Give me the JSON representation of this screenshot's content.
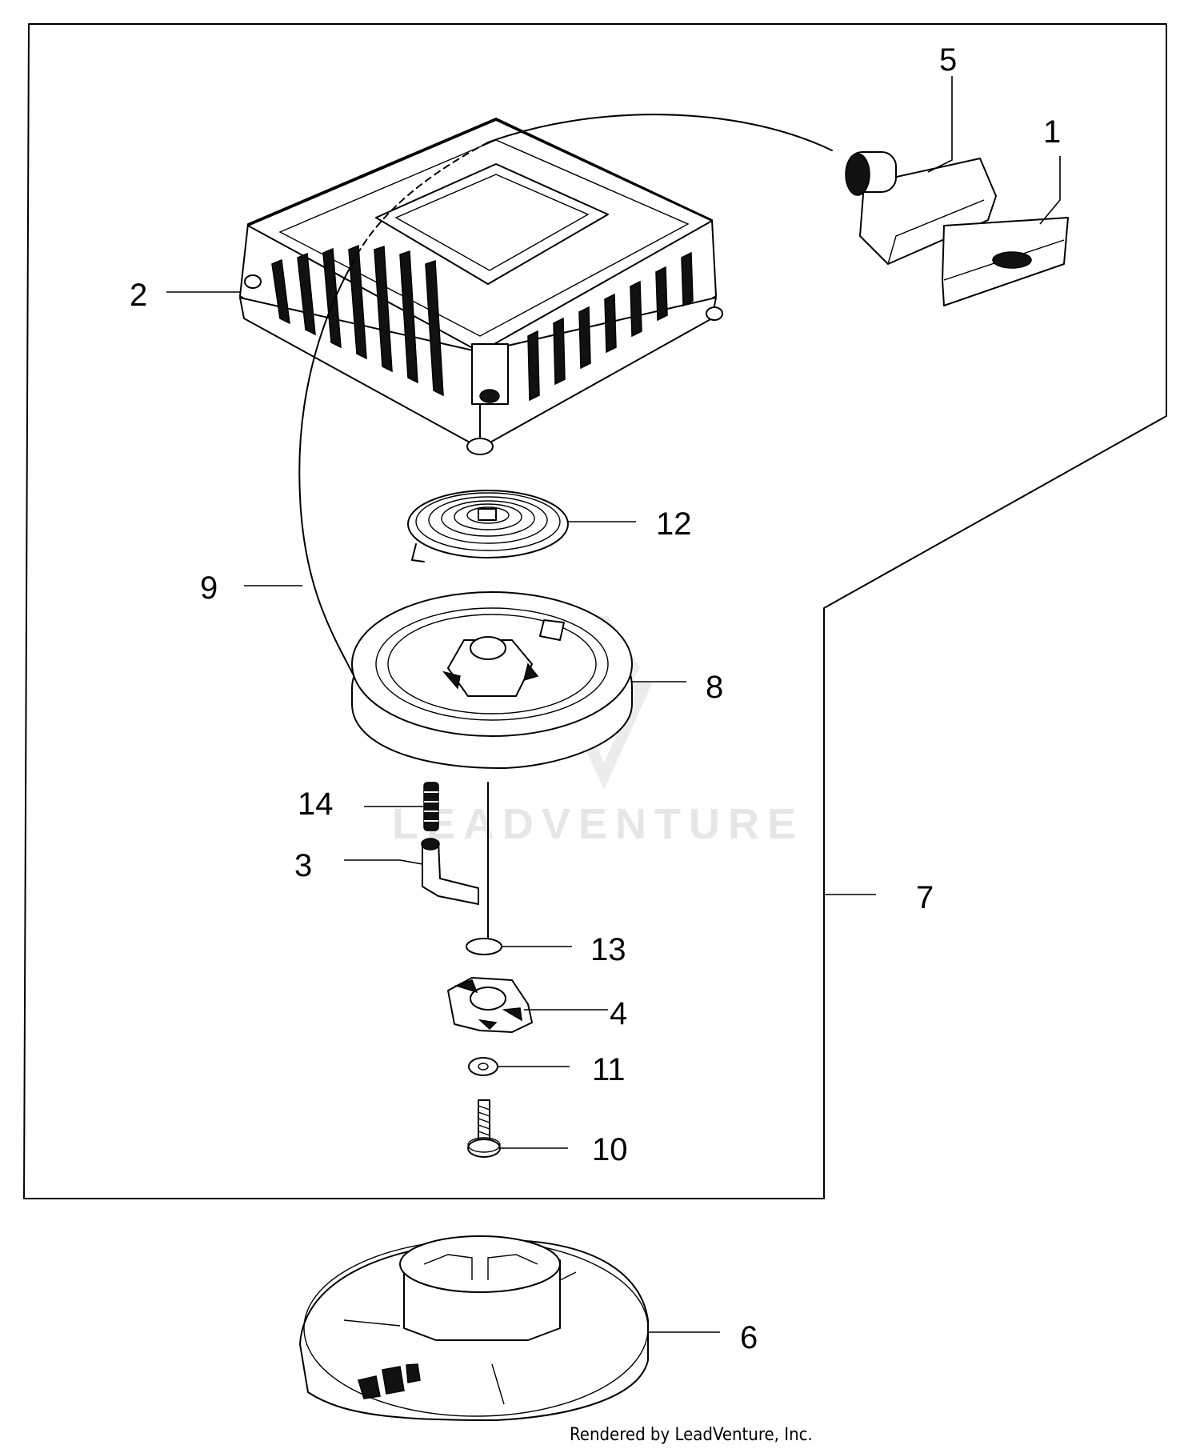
{
  "callouts": {
    "c1": "1",
    "c2": "2",
    "c3": "3",
    "c4": "4",
    "c5": "5",
    "c6": "6",
    "c7": "7",
    "c8": "8",
    "c9": "9",
    "c10": "10",
    "c11": "11",
    "c12": "12",
    "c13": "13",
    "c14": "14"
  },
  "watermark": "LEADVENTURE",
  "credit": "Rendered by LeadVenture, Inc.",
  "colors": {
    "line": "#000000",
    "watermark": "#e6e6e6",
    "background": "#ffffff"
  }
}
